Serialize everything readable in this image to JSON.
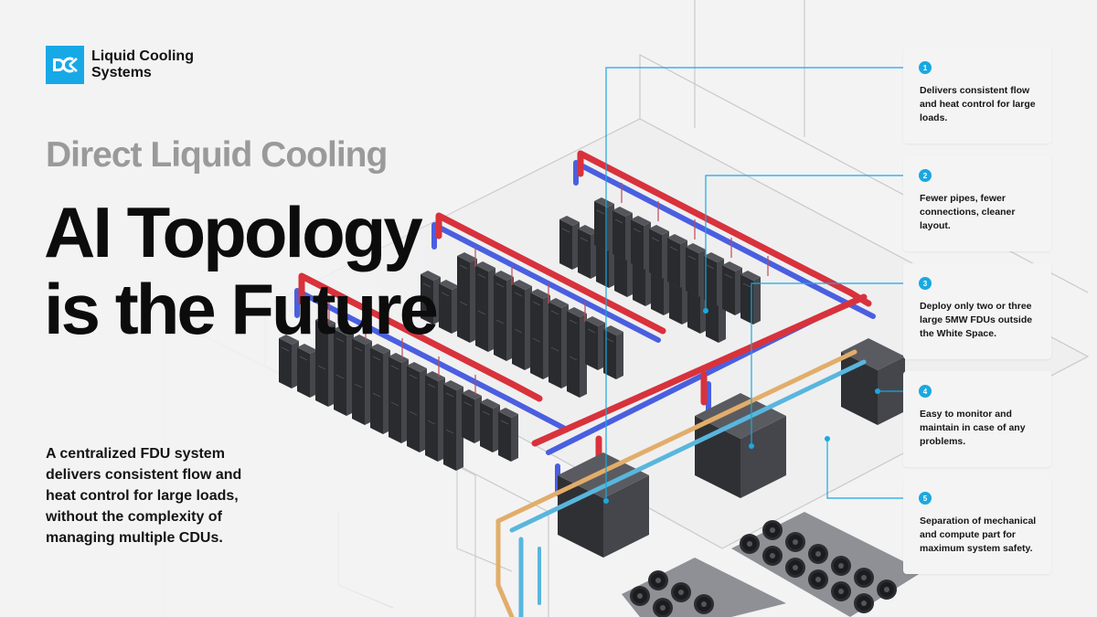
{
  "brand": {
    "name": "Liquid Cooling Systems",
    "accent_color": "#17a9e6",
    "logo_icon": "dlc-logo-icon"
  },
  "hero": {
    "eyebrow": "Direct Liquid Cooling",
    "headline": "AI Topology is the Future",
    "lede": "A centralized FDU system delivers consistent flow and heat control for large loads, without the complexity of managing multiple CDUs."
  },
  "callouts": [
    {
      "number": "1",
      "text": "Delivers consistent flow and heat control for large loads."
    },
    {
      "number": "2",
      "text": "Fewer pipes, fewer connections, cleaner layout."
    },
    {
      "number": "3",
      "text": "Deploy only two or three large 5MW FDUs outside the White Space."
    },
    {
      "number": "4",
      "text": "Easy to monitor and maintain in case of any problems."
    },
    {
      "number": "5",
      "text": "Separation of mechanical and compute part for maximum system safety."
    }
  ],
  "colors": {
    "hot_pipe": "#d8323c",
    "cold_pipe": "#4a5fe0",
    "facility_pipe": "#e2ad6a",
    "cooling_pipe": "#58b6dd",
    "rack": "#3a3b3f",
    "callout_line": "#1aa8df"
  }
}
